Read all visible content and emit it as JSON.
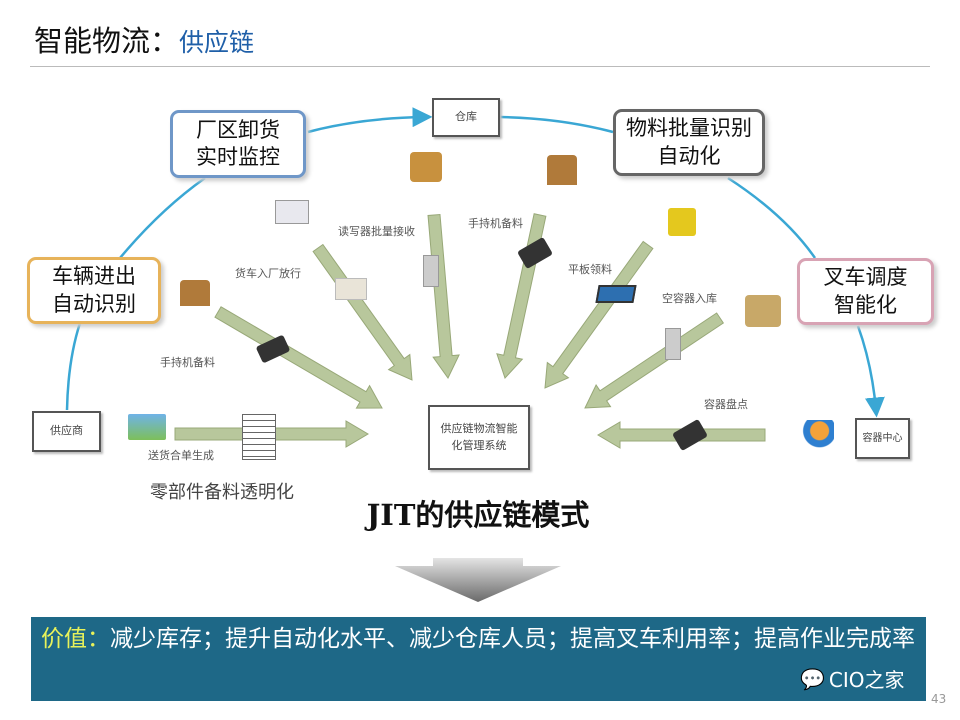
{
  "title": {
    "main": "智能物流：",
    "sub": "供应链"
  },
  "nodes": {
    "warehouse": "仓库",
    "supplier": "供应商",
    "system": "供应链物流智能化管理系统",
    "container_center": "容器中心"
  },
  "callouts": {
    "unload": "厂区卸货实时监控",
    "vehicle": "车辆进出自动识别",
    "material": "物料批量识别自动化",
    "forklift": "叉车调度智能化"
  },
  "labels": {
    "reader": "读写器批量接收",
    "truck": "货车入厂放行",
    "handheld_left": "手持机备料",
    "delivery": "送货合单生成",
    "handheld_top": "手持机备料",
    "tablet": "平板领料",
    "empty_container": "空容器入库",
    "container_check": "容器盘点",
    "transparency": "零部件备料透明化"
  },
  "diagram_title": "JIT的供应链模式",
  "value": {
    "label": "价值：",
    "text": "减少库存；提升自动化水平、减少仓库人员；提高叉车利用率；提高作业完成率"
  },
  "watermark": "CIO之家",
  "page_number": "43",
  "colors": {
    "banner": "#1e6887",
    "arc": "#3aa7d4",
    "arrow": "#b8c79c",
    "highlight": "#e8f25a"
  }
}
